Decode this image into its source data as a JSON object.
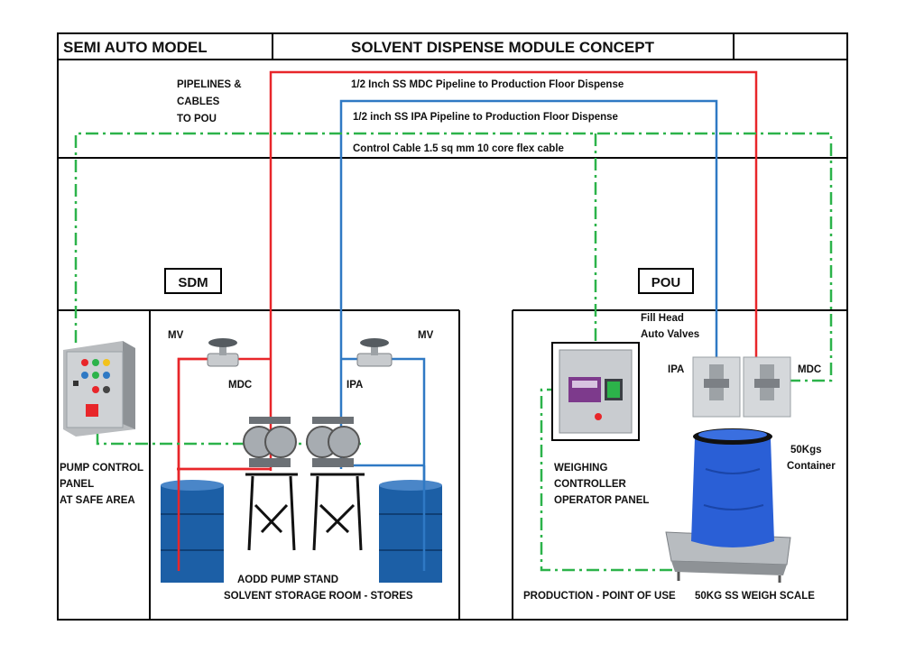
{
  "header": {
    "model": "SEMI AUTO MODEL",
    "title": "SOLVENT DISPENSE MODULE CONCEPT"
  },
  "pipelines": {
    "group_line1": "PIPELINES &",
    "group_line2": "CABLES",
    "group_line3": "TO POU",
    "mdc": "1/2 Inch SS MDC Pipeline to Production Floor Dispense",
    "ipa": "1/2 inch SS IPA Pipeline to Production Floor Dispense",
    "cable": "Control Cable 1.5 sq mm 10 core flex cable"
  },
  "sdm": {
    "tag": "SDM",
    "mv_left": "MV",
    "mv_right": "MV",
    "mdc": "MDC",
    "ipa": "IPA",
    "panel_line1": "PUMP CONTROL",
    "panel_line2": "PANEL",
    "panel_line3": "AT SAFE AREA",
    "stand": "AODD PUMP STAND",
    "room": "SOLVENT STORAGE ROOM - STORES"
  },
  "pou": {
    "tag": "POU",
    "fill_line1": "Fill Head",
    "fill_line2": "Auto Valves",
    "ipa": "IPA",
    "mdc": "MDC",
    "container_line1": "50Kgs",
    "container_line2": "Container",
    "weigh_line1": "WEIGHING",
    "weigh_line2": "CONTROLLER",
    "weigh_line3": "OPERATOR PANEL",
    "production": "PRODUCTION - POINT OF USE",
    "scale": "50KG SS WEIGH SCALE"
  },
  "colors": {
    "mdc_line": "#e8262a",
    "ipa_line": "#2f79c4",
    "cable_line": "#2cb34a",
    "drum": "#1c5fa6",
    "container": "#2a5fd6"
  }
}
